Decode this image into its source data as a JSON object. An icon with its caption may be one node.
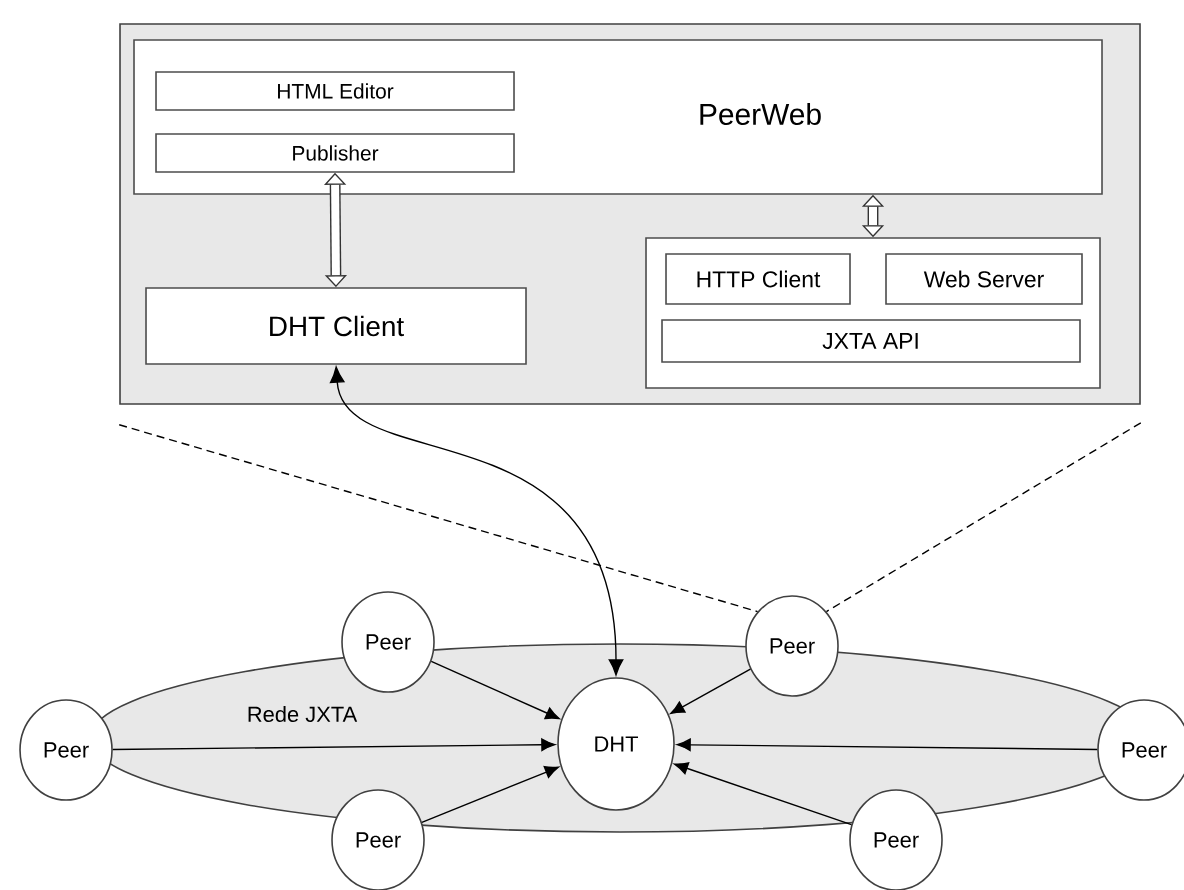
{
  "diagram": {
    "nodes": [
      {
        "text": [],
        "shape": "box"
      },
      {
        "text": [
          "PeerWeb"
        ],
        "in": 0
      },
      {
        "text": [
          "HTML Editor"
        ],
        "in": 1
      },
      {
        "text": [
          "Publisher"
        ],
        "in": 1
      },
      {
        "text": [
          "DHT Client"
        ],
        "in": 0
      },
      {
        "text": [],
        "shape": "box",
        "in": 0
      },
      {
        "text": [
          "HTTP Client"
        ],
        "in": 5
      },
      {
        "text": [
          "Web Server"
        ],
        "in": 5
      },
      {
        "text": [
          "JXTA API"
        ],
        "in": 5
      },
      {
        "text": [
          "Rede JXTA"
        ]
      },
      {
        "text": [
          "Peer"
        ]
      },
      {
        "text": [
          "Peer"
        ]
      },
      {
        "text": [
          "Peer"
        ]
      },
      {
        "text": [
          "DHT"
        ],
        "in": 9
      },
      {
        "text": [
          "Peer"
        ]
      },
      {
        "text": [
          "Peer"
        ]
      },
      {
        "text": [
          "Peer"
        ]
      }
    ],
    "edges": [
      {
        "from": 3,
        "to": 4,
        "arrow": "both",
        "style": "thick"
      },
      {
        "from": 1,
        "to": 5,
        "arrow": "both",
        "style": "thick"
      },
      {
        "from": 4,
        "to": 13,
        "arrow": "both"
      },
      {
        "from": 10,
        "to": 13,
        "arrow": "to"
      },
      {
        "from": 11,
        "to": 13,
        "arrow": "to"
      },
      {
        "from": 12,
        "to": 13,
        "arrow": "to"
      },
      {
        "from": 14,
        "to": 13,
        "arrow": "to"
      },
      {
        "from": 15,
        "to": 13,
        "arrow": "to"
      },
      {
        "from": 16,
        "to": 13,
        "arrow": "to"
      },
      {
        "from": 0,
        "to": 11,
        "arrow": "none",
        "style": "dashed"
      },
      {
        "from": 0,
        "to": 11,
        "arrow": "none",
        "style": "dashed"
      }
    ]
  }
}
